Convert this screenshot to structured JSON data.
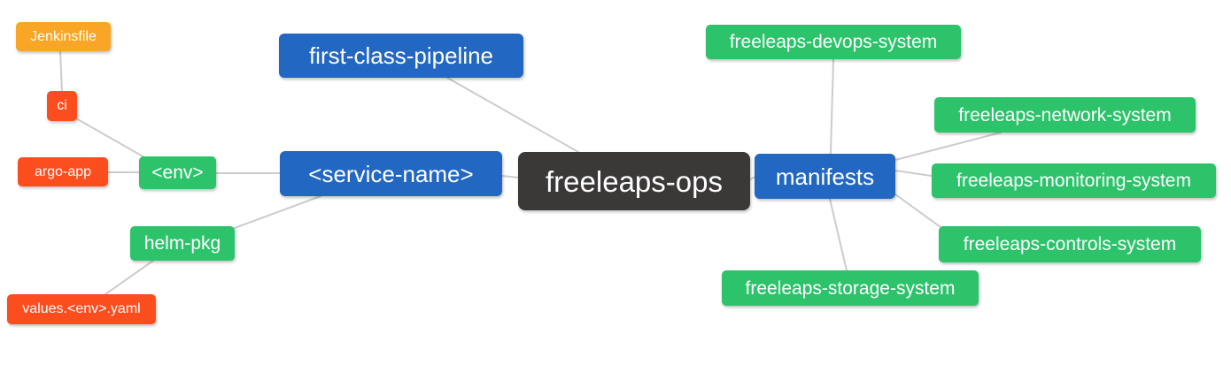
{
  "diagram": {
    "type": "mindmap",
    "root_label": "freeleaps-ops",
    "nodes": {
      "root": {
        "label": "freeleaps-ops",
        "level": 0,
        "color": "#3B3838"
      },
      "pipeline": {
        "label": "first-class-pipeline",
        "level": 1,
        "color": "#2267C1"
      },
      "service": {
        "label": "<service-name>",
        "level": 1,
        "color": "#2267C1"
      },
      "manifests": {
        "label": "manifests",
        "level": 1,
        "color": "#2267C1"
      },
      "env": {
        "label": "<env>",
        "level": 2,
        "color": "#2CC36B"
      },
      "helm_pkg": {
        "label": "helm-pkg",
        "level": 2,
        "color": "#2CC36B"
      },
      "ci": {
        "label": "ci",
        "level": 3,
        "color": "#FB4D1E"
      },
      "argo_app": {
        "label": "argo-app",
        "level": 3,
        "color": "#FB4D1E"
      },
      "values_env_yaml": {
        "label": "values.<env>.yaml",
        "level": 3,
        "color": "#FB4D1E"
      },
      "jenkinsfile": {
        "label": "Jenkinsfile",
        "level": 4,
        "color": "#F9A526"
      },
      "devops_system": {
        "label": "freeleaps-devops-system",
        "level": 2,
        "color": "#2CC36B"
      },
      "network_system": {
        "label": "freeleaps-network-system",
        "level": 2,
        "color": "#2CC36B"
      },
      "monitoring_system": {
        "label": "freeleaps-monitoring-system",
        "level": 2,
        "color": "#2CC36B"
      },
      "controls_system": {
        "label": "freeleaps-controls-system",
        "level": 2,
        "color": "#2CC36B"
      },
      "storage_system": {
        "label": "freeleaps-storage-system",
        "level": 2,
        "color": "#2CC36B"
      }
    },
    "edges": [
      {
        "from": "jenkinsfile",
        "to": "ci"
      },
      {
        "from": "ci",
        "to": "env"
      },
      {
        "from": "argo_app",
        "to": "env"
      },
      {
        "from": "env",
        "to": "service"
      },
      {
        "from": "service",
        "to": "helm_pkg"
      },
      {
        "from": "helm_pkg",
        "to": "values_env_yaml"
      },
      {
        "from": "pipeline",
        "to": "root"
      },
      {
        "from": "service",
        "to": "root"
      },
      {
        "from": "root",
        "to": "manifests"
      },
      {
        "from": "manifests",
        "to": "devops_system"
      },
      {
        "from": "manifests",
        "to": "network_system"
      },
      {
        "from": "manifests",
        "to": "monitoring_system"
      },
      {
        "from": "manifests",
        "to": "controls_system"
      },
      {
        "from": "manifests",
        "to": "storage_system"
      }
    ],
    "colors": {
      "root_bg": "#3B3838",
      "branch_bg": "#2267C1",
      "leaf_green_bg": "#2CC36B",
      "leaf_red_bg": "#FB4D1E",
      "leaf_amber_bg": "#F9A526",
      "text": "#FFFFFF",
      "edge": "#CCCCCC",
      "background": "#FFFFFF"
    }
  }
}
